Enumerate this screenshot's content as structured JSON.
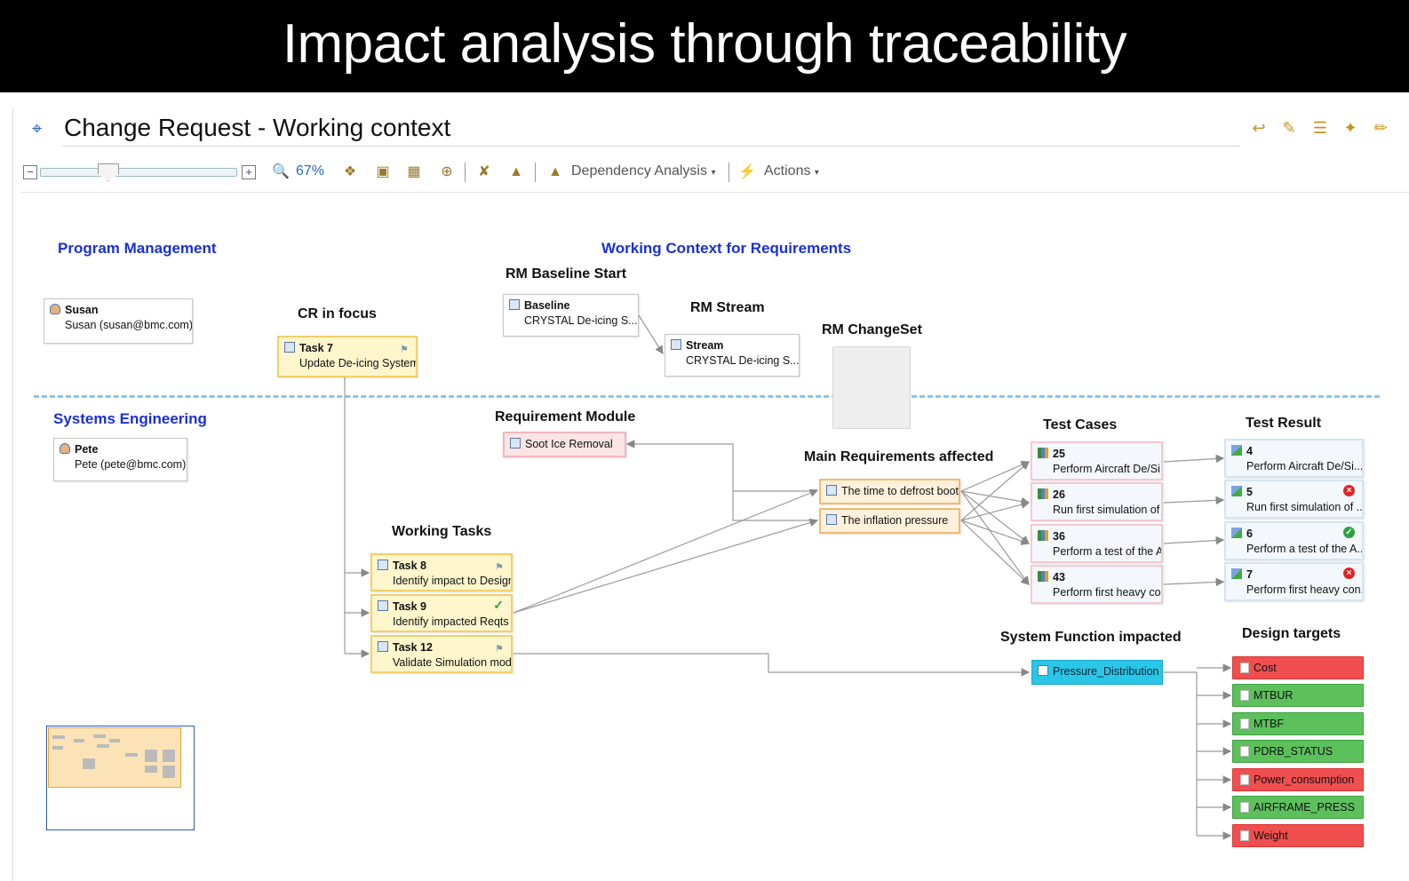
{
  "banner": {
    "title": "Impact analysis through traceability"
  },
  "header": {
    "title": "Change Request - Working context"
  },
  "toolbar": {
    "zoom": "67%",
    "dependency_analysis": "Dependency Analysis",
    "actions": "Actions"
  },
  "sections": {
    "program_management": "Program Management",
    "systems_engineering": "Systems Engineering",
    "working_context": "Working Context for Requirements"
  },
  "groups": {
    "cr_in_focus": "CR in focus",
    "rm_baseline_start": "RM Baseline Start",
    "rm_stream": "RM Stream",
    "rm_changeset": "RM ChangeSet",
    "requirement_module": "Requirement Module",
    "main_requirements": "Main Requirements affected",
    "test_cases": "Test Cases",
    "test_result": "Test Result",
    "working_tasks": "Working Tasks",
    "system_function": "System Function impacted",
    "design_targets": "Design targets"
  },
  "people": [
    {
      "name": "Susan",
      "detail": "Susan (susan@bmc.com)"
    },
    {
      "name": "Pete",
      "detail": "Pete (pete@bmc.com)"
    }
  ],
  "cr_task": {
    "id": "Task 7",
    "title": "Update De-icing System"
  },
  "baseline": {
    "type": "Baseline",
    "name": "CRYSTAL De-icing S..."
  },
  "stream": {
    "type": "Stream",
    "name": "CRYSTAL De-icing S..."
  },
  "module": {
    "name": "Soot Ice Removal"
  },
  "requirements": [
    {
      "name": "The time to defrost boot"
    },
    {
      "name": "The inflation pressure"
    }
  ],
  "working_tasks": [
    {
      "id": "Task 8",
      "title": "Identify impact to Design",
      "status": "flag"
    },
    {
      "id": "Task 9",
      "title": "Identify impacted Reqts",
      "status": "done"
    },
    {
      "id": "Task 12",
      "title": "Validate Simulation model",
      "status": "flag"
    }
  ],
  "test_cases": [
    {
      "id": "25",
      "title": "Perform Aircraft De/Si..."
    },
    {
      "id": "26",
      "title": "Run first simulation of ..."
    },
    {
      "id": "36",
      "title": "Perform a test of the A..."
    },
    {
      "id": "43",
      "title": "Perform first heavy con..."
    }
  ],
  "test_results": [
    {
      "id": "4",
      "title": "Perform Aircraft De/Si...",
      "status": "none"
    },
    {
      "id": "5",
      "title": "Run first simulation of ...",
      "status": "fail"
    },
    {
      "id": "6",
      "title": "Perform a test of the A...",
      "status": "pass"
    },
    {
      "id": "7",
      "title": "Perform first heavy con...",
      "status": "fail"
    }
  ],
  "system_function": {
    "name": "Pressure_Distribution"
  },
  "design_targets": [
    {
      "name": "Cost",
      "status": "red"
    },
    {
      "name": "MTBUR",
      "status": "green"
    },
    {
      "name": "MTBF",
      "status": "green"
    },
    {
      "name": "PDRB_STATUS",
      "status": "green"
    },
    {
      "name": "Power_consumption",
      "status": "red"
    },
    {
      "name": "AIRFRAME_PRESS",
      "status": "green"
    },
    {
      "name": "Weight",
      "status": "red"
    }
  ],
  "colors": {
    "section_title": "#1a2fd8",
    "banner_bg": "#000000",
    "dashed_divider": "#8cc4e6",
    "status_red": "#f04f4f",
    "status_green": "#5cc15c",
    "system_function": "#29c6e8"
  }
}
